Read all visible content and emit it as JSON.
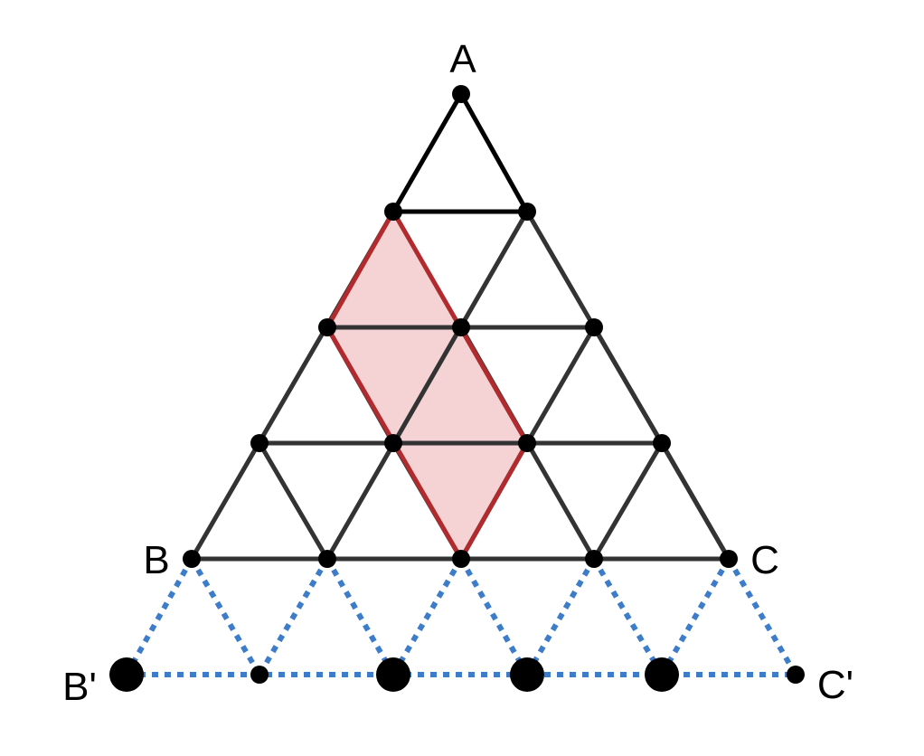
{
  "labels": {
    "A": "A",
    "B": "B",
    "C": "C",
    "B_prime": "B'",
    "C_prime": "C'"
  },
  "colors": {
    "grid_edge": "#333333",
    "top_edge": "#000000",
    "highlight_stroke": "#b02a2e",
    "highlight_fill": "#f5d3d4",
    "dotted_edge": "#3d7cc9",
    "node": "#000000",
    "background": "#ffffff"
  },
  "icons": {
    "node": "filled-circle",
    "large_node": "large-filled-circle"
  }
}
